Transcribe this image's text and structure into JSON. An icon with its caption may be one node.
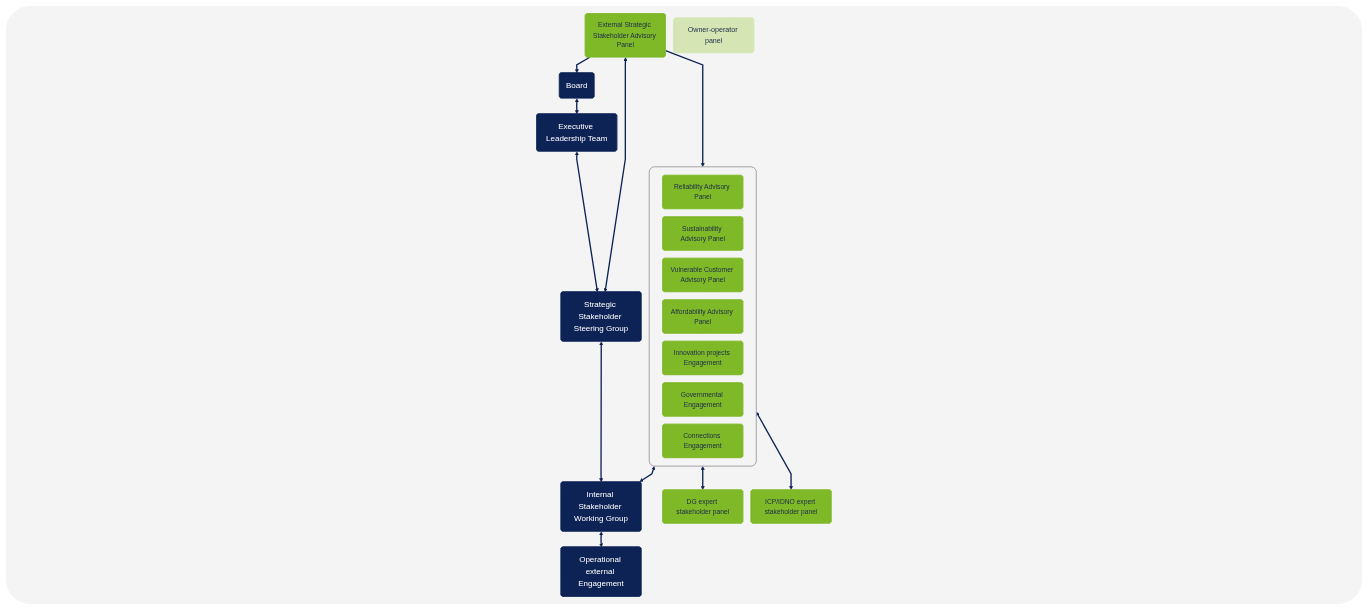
{
  "diagram": {
    "nodes": [
      {
        "text": [
          "Board"
        ]
      },
      {
        "text": [
          "Executive Leadership Team"
        ]
      },
      {
        "text": [
          "Strategic Stakeholder Steering Group"
        ]
      },
      {
        "text": [
          "Internal Stakeholder Working Group"
        ]
      },
      {
        "text": [
          "Operational external Engagement"
        ]
      },
      {
        "text": [
          "External Strategic Stakeholder Advisory Panel"
        ]
      },
      {
        "text": [],
        "shape": "box"
      },
      {
        "text": [
          "Reliability Advisory Panel"
        ],
        "in": 6
      },
      {
        "text": [
          "Sustainability Advisory Panel"
        ],
        "in": 6
      },
      {
        "text": [
          "Vulnerable Customer Advisory Panel"
        ],
        "in": 6
      },
      {
        "text": [
          "Affordability Advisory Panel"
        ],
        "in": 6
      },
      {
        "text": [
          "Innovation projects Engagement"
        ],
        "in": 6
      },
      {
        "text": [
          "Governmental Engagement"
        ],
        "in": 6
      },
      {
        "text": [
          "Connections Engagement"
        ],
        "in": 6
      },
      {
        "text": [
          "DG expert stakeholder panel"
        ]
      },
      {
        "text": [
          "ICP/IDNO expert stakeholder panel"
        ]
      },
      {
        "text": [
          "Owner-operator panel"
        ]
      }
    ],
    "edges": [
      {
        "from": 5,
        "to": 0,
        "arrow": "to"
      },
      {
        "from": 0,
        "to": 1,
        "arrow": "both"
      },
      {
        "from": 1,
        "to": 2,
        "arrow": "both"
      },
      {
        "from": 5,
        "to": 2,
        "arrow": "both"
      },
      {
        "from": 2,
        "to": 3,
        "arrow": "both"
      },
      {
        "from": 5,
        "to": 6,
        "arrow": "to"
      },
      {
        "from": 6,
        "to": 3,
        "arrow": "both"
      },
      {
        "from": 3,
        "to": 4,
        "arrow": "both"
      },
      {
        "from": 6,
        "to": 14,
        "arrow": "both"
      },
      {
        "from": 6,
        "to": 15,
        "arrow": "both"
      }
    ]
  }
}
